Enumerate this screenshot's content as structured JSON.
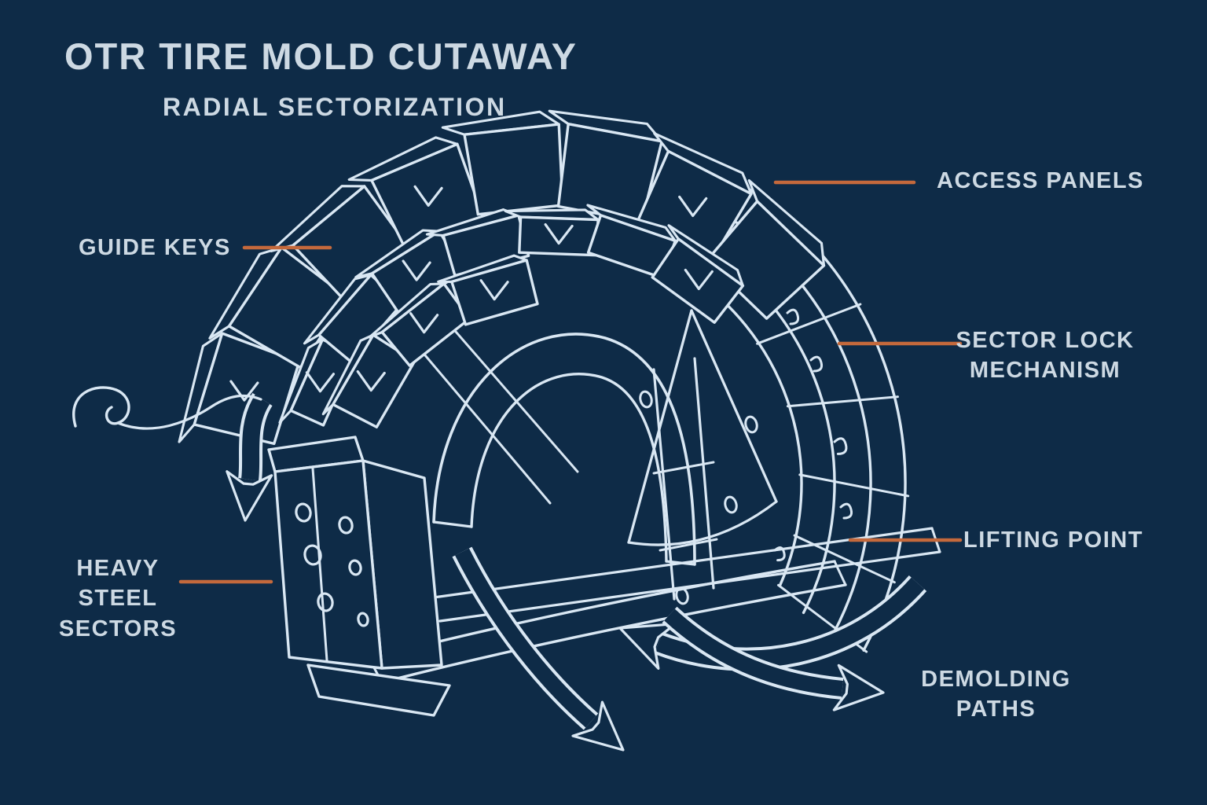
{
  "header": {
    "title": "OTR TIRE MOLD CUTAWAY",
    "subtitle": "RADIAL SECTORIZATION"
  },
  "callouts": {
    "access_panels": "ACCESS PANELS",
    "guide_keys": "GUIDE KEYS",
    "sector_lock": "SECTOR LOCK\nMECHANISM",
    "lifting_point": "LIFTING POINT",
    "heavy_steel": "HEAVY\nSTEEL\nSECTORS",
    "demolding_paths": "DEMOLDING\nPATHS"
  },
  "colors": {
    "background": "#0e2b47",
    "line_art": "#d9e7f3",
    "leader_line": "#c4693c",
    "text": "#cdd9e3"
  }
}
